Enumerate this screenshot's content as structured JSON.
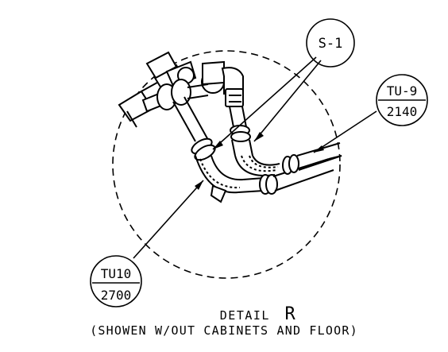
{
  "callouts": {
    "s1": {
      "label": "S-1"
    },
    "tu9": {
      "top": "TU-9",
      "bottom": "2140"
    },
    "tu10": {
      "top": "TU10",
      "bottom": "2700"
    }
  },
  "caption": {
    "title_prefix": "DETAIL",
    "title_letter": "R",
    "subtitle": "(SHOWEN W/OUT CABINETS AND FLOOR)"
  }
}
